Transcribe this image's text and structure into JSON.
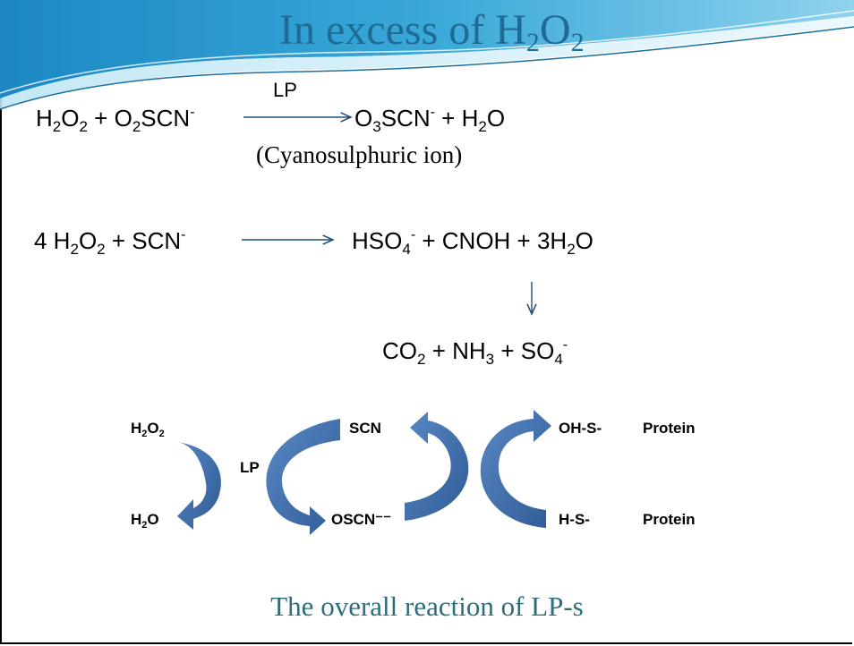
{
  "title": {
    "main": "In excess of H",
    "sub1": "2",
    "mid": "O",
    "sub2": "2"
  },
  "eq1": {
    "left": [
      "H",
      "2",
      "O",
      "2",
      " + O",
      "2",
      "SCN",
      "-"
    ],
    "catalyst": "LP",
    "right": [
      "O",
      "3",
      "SCN",
      "-",
      " + H",
      "2",
      "O"
    ],
    "note": "(Cyanosulphuric ion)"
  },
  "eq2": {
    "left": [
      "4 H",
      "2",
      "O",
      "2",
      " + SCN",
      "-"
    ],
    "right": [
      "HSO",
      "4",
      "-",
      " + CNOH + 3H",
      "2",
      "O"
    ]
  },
  "eq3": {
    "parts": [
      "CO",
      "2",
      " + NH",
      "3",
      " + SO",
      "4",
      "-"
    ]
  },
  "cycle": {
    "h2o2": [
      "H",
      "2",
      "O",
      "2"
    ],
    "h2o": [
      "H",
      "2",
      "O"
    ],
    "lp": "LP",
    "scn": "SCN",
    "oscn": "OSCN⁻⁻",
    "ohs": "OH-S-",
    "hs": "H-S-",
    "protein_top": "Protein",
    "protein_bottom": "Protein"
  },
  "caption": "The overall reaction of LP-s",
  "colors": {
    "title": "#1f6b93",
    "arrow": "#3f6ea8",
    "caption": "#2c6d7a"
  }
}
